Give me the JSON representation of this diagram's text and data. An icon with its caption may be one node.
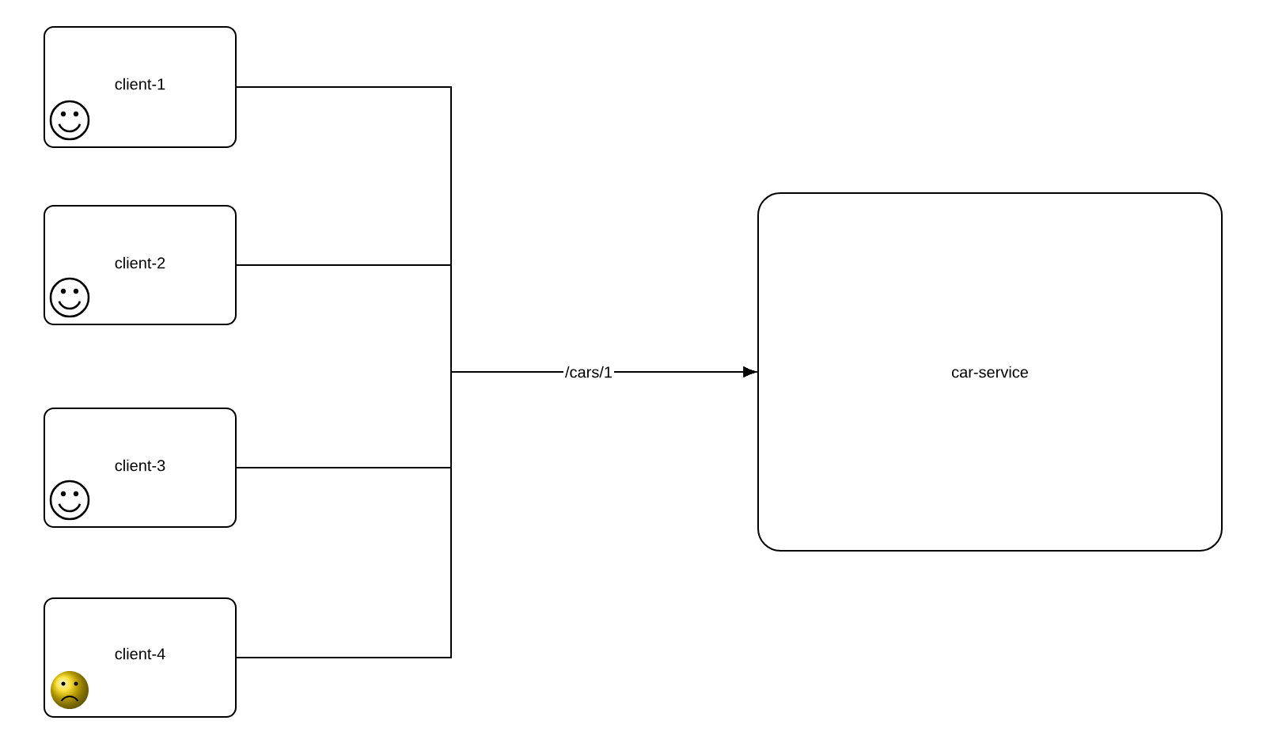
{
  "diagram": {
    "nodes": [
      {
        "text": [
          "client-1"
        ]
      },
      {
        "text": [
          "client-2"
        ]
      },
      {
        "text": [
          "client-3"
        ]
      },
      {
        "text": [
          "client-4"
        ]
      },
      {
        "text": [
          "car-service"
        ]
      }
    ],
    "edges": [
      {
        "from": 0,
        "to": 4,
        "arrow": "to",
        "label": "/cars/1"
      },
      {
        "from": 1,
        "to": 4,
        "arrow": "to"
      },
      {
        "from": 2,
        "to": 4,
        "arrow": "to"
      },
      {
        "from": 3,
        "to": 4,
        "arrow": "to"
      }
    ]
  }
}
